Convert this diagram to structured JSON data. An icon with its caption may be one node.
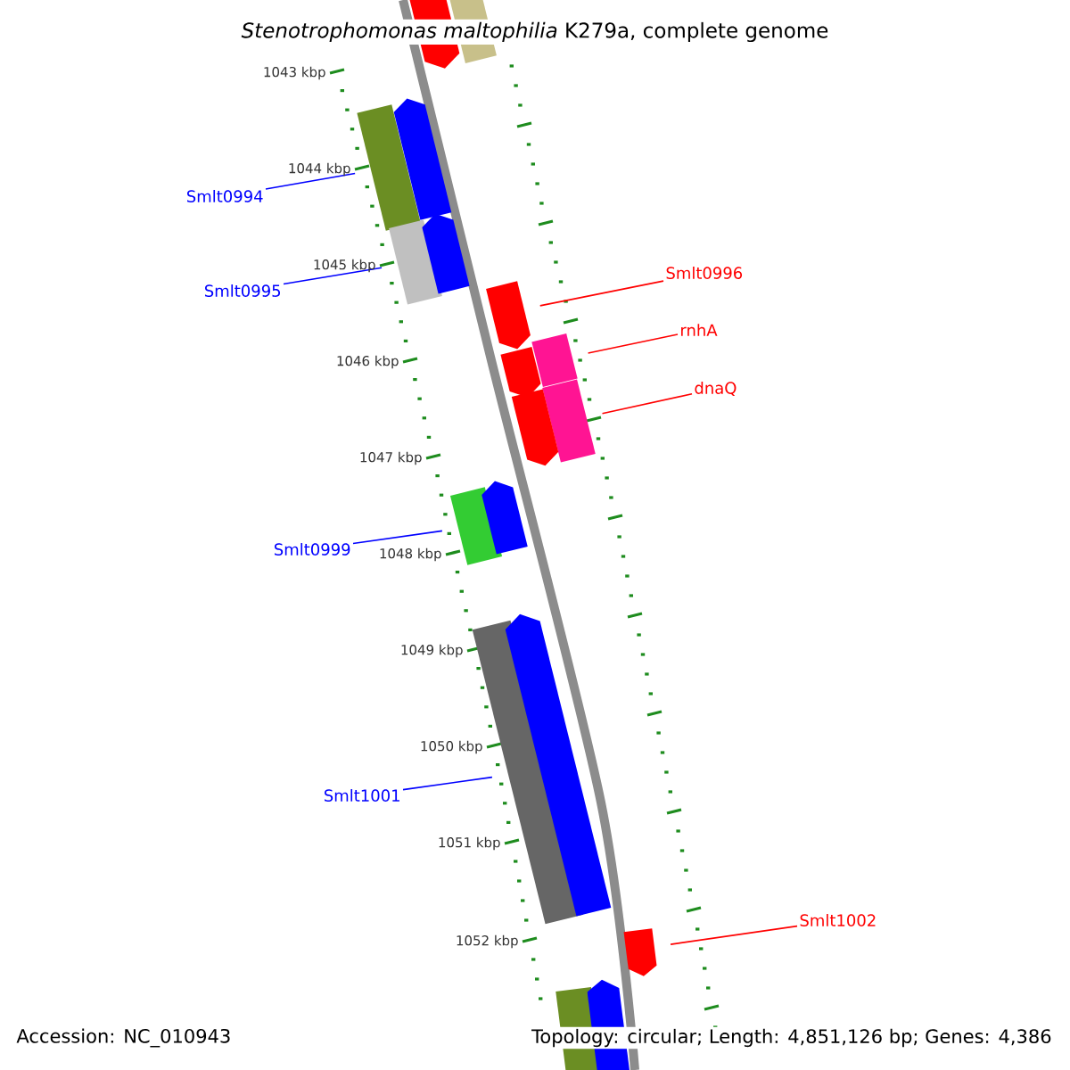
{
  "diagram": {
    "title": "*Stenotrophomonas maltophilia* K279a, complete genome",
    "nodes": [
      {
        "text": [
          "Smlt0994"
        ]
      },
      {
        "text": [
          "Smlt0995"
        ]
      },
      {
        "text": [
          "Smlt0996"
        ]
      },
      {
        "text": [
          "rnhA"
        ]
      },
      {
        "text": [
          "dnaQ"
        ]
      },
      {
        "text": [
          "Smlt0999"
        ]
      },
      {
        "text": [
          "Smlt1001"
        ]
      },
      {
        "text": [
          "Smlt1002"
        ]
      },
      {
        "text": [],
        "shape": "box"
      },
      {
        "text": [],
        "shape": "box"
      },
      {
        "text": [],
        "shape": "arrow"
      },
      {
        "text": [],
        "shape": "box"
      },
      {
        "text": [],
        "shape": "box"
      },
      {
        "text": [],
        "shape": "box"
      },
      {
        "text": [],
        "shape": "box"
      },
      {
        "text": [],
        "shape": "arrow"
      },
      {
        "text": [],
        "shape": "arrow"
      },
      {
        "text": [],
        "shape": "arrow"
      },
      {
        "text": [],
        "shape": "arrow"
      },
      {
        "text": [],
        "shape": "arrow"
      },
      {
        "text": [],
        "shape": "arrow"
      },
      {
        "text": [],
        "shape": "arrow"
      },
      {
        "text": [],
        "shape": "arrow"
      },
      {
        "text": [],
        "shape": "box"
      },
      {
        "text": [],
        "shape": "box"
      },
      {
        "text": [],
        "shape": "arrow"
      }
    ],
    "edges": [
      {
        "from": 0,
        "to": 8,
        "arrow": "none",
        "color": "#0000ff"
      },
      {
        "from": 1,
        "to": 9,
        "arrow": "none",
        "color": "#0000ff"
      },
      {
        "from": 2,
        "to": 10,
        "arrow": "none",
        "color": "#ff0000"
      },
      {
        "from": 3,
        "to": 11,
        "arrow": "none",
        "color": "#ff0000"
      },
      {
        "from": 4,
        "to": 12,
        "arrow": "none",
        "color": "#ff0000"
      },
      {
        "from": 5,
        "to": 13,
        "arrow": "none",
        "color": "#0000ff"
      },
      {
        "from": 6,
        "to": 14,
        "arrow": "none",
        "color": "#0000ff"
      },
      {
        "from": 7,
        "to": 15,
        "arrow": "none",
        "color": "#ff0000"
      }
    ],
    "labels": [
      "1043 kbp",
      "1044 kbp",
      "1045 kbp",
      "1046 kbp",
      "1047 kbp",
      "1048 kbp",
      "1049 kbp",
      "1050 kbp",
      "1051 kbp",
      "1052 kbp",
      "Accession: NC_010943",
      "Topology: circular; Length: 4,851,126 bp; Genes: 4,386"
    ]
  }
}
